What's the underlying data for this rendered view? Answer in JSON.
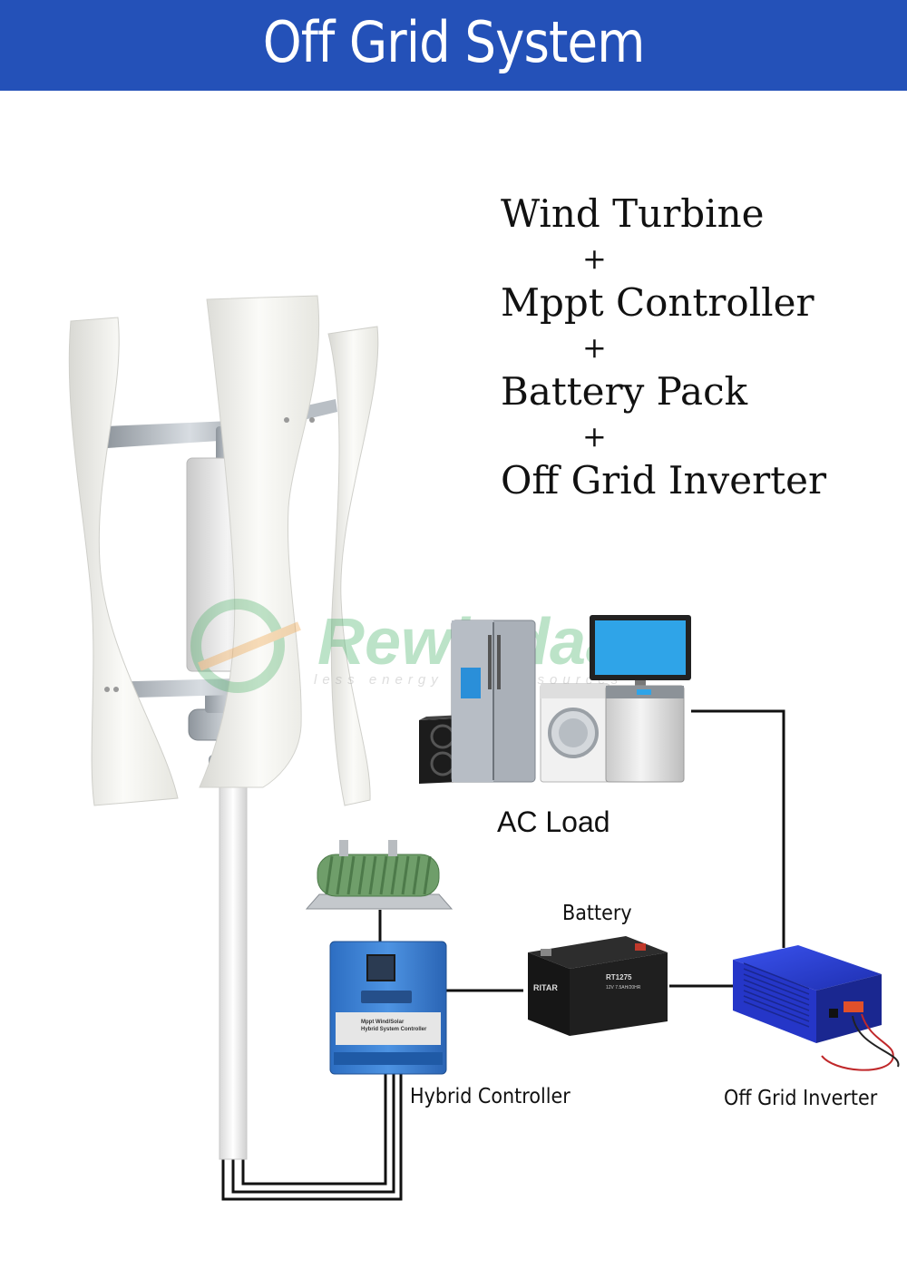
{
  "header": {
    "title": "Off Grid System",
    "background": "#2451b8"
  },
  "system_stack": {
    "items": [
      {
        "label": "Wind Turbine"
      },
      {
        "label": "Mppt Controller"
      },
      {
        "label": "Battery Pack"
      },
      {
        "label": "Off Grid Inverter"
      }
    ],
    "separator": "+"
  },
  "components": {
    "ac_load": "AC Load",
    "battery": "Battery",
    "hybrid_controller": "Hybrid Controller",
    "inverter": "Off Grid Inverter"
  },
  "watermark": {
    "brand": "Rewindaaic",
    "tagline": "less energy more resources"
  },
  "device_text": {
    "battery_brand": "RITAR",
    "battery_model": "RT1275",
    "battery_spec": "12V 7.5AH/20HR",
    "controller_title": "Mppt Wind/Solar",
    "controller_subtitle": "Hybrid System Controller"
  },
  "colors": {
    "wire": "#111111",
    "controller_blue": "#3f7fd0",
    "inverter_blue": "#2b3fd6",
    "resistor_green": "#6f9e6a",
    "battery_black": "#1b1b1b"
  }
}
